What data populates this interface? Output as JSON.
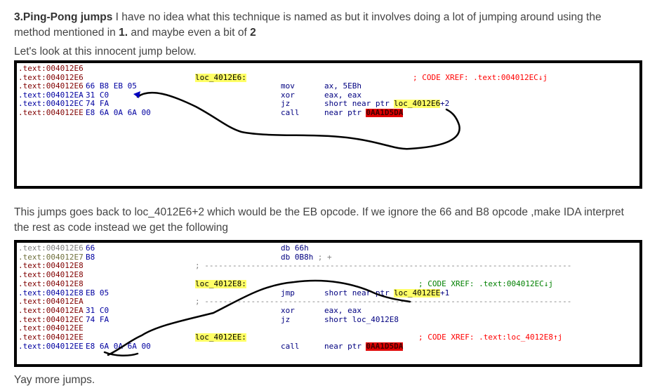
{
  "intro": {
    "heading": "3.Ping-Pong jumps",
    "text_1": " I have no idea what this technique is named as but it involves doing a lot of jumping around using the method mentioned in ",
    "ref_1": "1.",
    "text_2": " and maybe even a bit of ",
    "ref_2": "2",
    "line_2": "Let's look at this innocent jump below."
  },
  "listing_1": {
    "rows": [
      {
        "addr": ".text:004012E6",
        "bytes": "",
        "label": "",
        "mnem": "",
        "ops": "",
        "comment": ""
      },
      {
        "addr": ".text:004012E6",
        "bytes": "",
        "label": "loc_4012E6:",
        "mnem": "",
        "ops": "",
        "comment": "; CODE XREF: .text:004012EC↓j"
      },
      {
        "addr": ".text:004012E6",
        "bytes": "66 B8 EB 05",
        "label": "",
        "mnem": "mov",
        "ops": "ax, 5EBh",
        "comment": ""
      },
      {
        "addr": ".text:004012EA",
        "bytes": "31 C0",
        "label": "",
        "mnem": "xor",
        "ops": "eax, eax",
        "comment": ""
      },
      {
        "addr": ".text:004012EC",
        "bytes": "74 FA",
        "label": "",
        "mnem": "jz",
        "ops": "short near ptr ",
        "ops_hl": "loc_4012E6",
        "ops_tail": "+2",
        "comment": ""
      },
      {
        "addr": ".text:004012EE",
        "bytes": "E8 6A 0A 6A 00",
        "label": "",
        "mnem": "call",
        "ops": "near ptr ",
        "ops_red": "0AA1D5DA",
        "comment": ""
      }
    ]
  },
  "middle": {
    "text": "This jumps goes back to loc_4012E6+2 which would be the EB opcode. If we ignore the 66 and B8 opcode ,make IDA interpret the rest as code instead we get the following"
  },
  "listing_2": {
    "rows": [
      {
        "addr": ".text:004012E6",
        "bytes": "66",
        "mnem": "db 66h",
        "ops": "",
        "label": "",
        "comment": ""
      },
      {
        "addr": ".text:004012E7",
        "bytes": "B8",
        "mnem": "db 0B8h",
        "ops": "; +",
        "label": "",
        "comment": ""
      },
      {
        "addr": ".text:004012E8",
        "bytes": "",
        "mnem": "",
        "ops": "",
        "label": "",
        "comment": "",
        "sep": "; -------------------------------------------------------------------------------"
      },
      {
        "addr": ".text:004012E8",
        "bytes": "",
        "mnem": "",
        "ops": "",
        "label": "",
        "comment": ""
      },
      {
        "addr": ".text:004012E8",
        "bytes": "",
        "mnem": "",
        "ops": "",
        "label": "loc_4012E8:",
        "comment": "; CODE XREF: .text:004012EC↓j"
      },
      {
        "addr": ".text:004012E8",
        "bytes": "EB 05",
        "mnem": "jmp",
        "ops": "short near ptr ",
        "ops_hl": "loc_4012EE",
        "ops_tail": "+1",
        "label": "",
        "comment": ""
      },
      {
        "addr": ".text:004012EA",
        "bytes": "",
        "mnem": "",
        "ops": "",
        "label": "",
        "comment": "",
        "sep": "; -------------------------------------------------------------------------------"
      },
      {
        "addr": ".text:004012EA",
        "bytes": "31 C0",
        "mnem": "xor",
        "ops": "eax, eax",
        "label": "",
        "comment": ""
      },
      {
        "addr": ".text:004012EC",
        "bytes": "74 FA",
        "mnem": "jz",
        "ops": "short loc_4012E8",
        "label": "",
        "comment": ""
      },
      {
        "addr": ".text:004012EE",
        "bytes": "",
        "mnem": "",
        "ops": "",
        "label": "",
        "comment": ""
      },
      {
        "addr": ".text:004012EE",
        "bytes": "",
        "mnem": "",
        "ops": "",
        "label": "loc_4012EE:",
        "comment": "; CODE XREF: .text:loc_4012E8↑j"
      },
      {
        "addr": ".text:004012EE",
        "bytes": "E8 6A 0A 6A 00",
        "mnem": "call",
        "ops": "near ptr ",
        "ops_red": "0AA1D5DA",
        "label": "",
        "comment": ""
      }
    ]
  },
  "outro": {
    "text": "Yay more jumps."
  }
}
